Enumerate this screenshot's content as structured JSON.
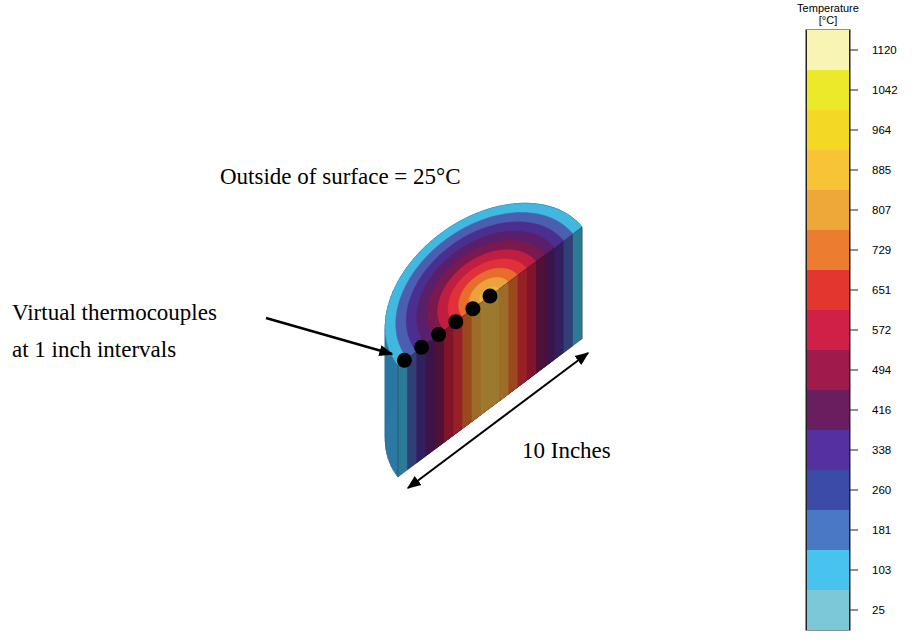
{
  "diagram": {
    "labels": [
      "Outside of surface = 25°C",
      "Virtual thermocouples at 1 inch intervals",
      "10 Inches",
      "Temperature [°C]"
    ],
    "legend": [
      {
        "text": "1120",
        "color": "#f8f4b4"
      },
      {
        "text": "1042",
        "color": "#ece82a"
      },
      {
        "text": "964",
        "color": "#f4d826"
      },
      {
        "text": "885",
        "color": "#f6c436"
      },
      {
        "text": "807",
        "color": "#eea83a"
      },
      {
        "text": "729",
        "color": "#ec7c30"
      },
      {
        "text": "651",
        "color": "#e2362e"
      },
      {
        "text": "572",
        "color": "#d02048"
      },
      {
        "text": "494",
        "color": "#a01a4c"
      },
      {
        "text": "416",
        "color": "#6a1e60"
      },
      {
        "text": "338",
        "color": "#5430a0"
      },
      {
        "text": "260",
        "color": "#3c4aa8"
      },
      {
        "text": "181",
        "color": "#4a78c4"
      },
      {
        "text": "103",
        "color": "#48c2ee"
      },
      {
        "text": "25",
        "color": "#7cc8d8"
      }
    ]
  }
}
